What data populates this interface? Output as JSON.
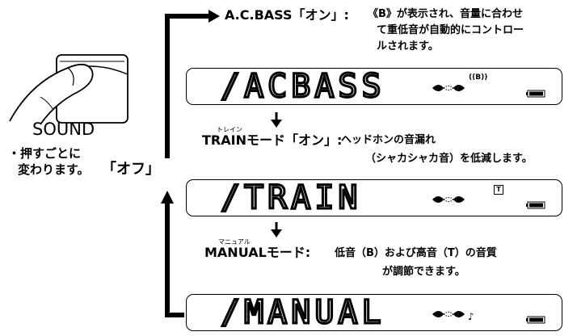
{
  "sound_button": {
    "label": "SOUND"
  },
  "side_note": {
    "line1": "・押すごとに",
    "line2": "変わります。",
    "off_label": "「オフ」"
  },
  "acbass": {
    "title": "A.C.BASS「オン」:",
    "desc_line1": "《B》が表示され、音量に合わせ",
    "desc_line2": "て重低音が自動的にコントロー",
    "desc_line3": "ルされます。",
    "lcd_text": "/ACBASS",
    "indicator": "((B))"
  },
  "train": {
    "ruby": "トレイン",
    "title": "TRAINモード「オン」:",
    "desc_line1": "ヘッドホンの音漏れ",
    "desc_line2": "（シャカシャカ音）を低減します。",
    "lcd_text": "/TRAIN",
    "indicator": "T"
  },
  "manual": {
    "ruby": "マニュアル",
    "title": "MANUALモード:",
    "desc_line1": "低音（B）および高音（T）の音質",
    "desc_line2": "が調節できます。",
    "lcd_text": "/MANUAL",
    "indicator": "♪"
  }
}
